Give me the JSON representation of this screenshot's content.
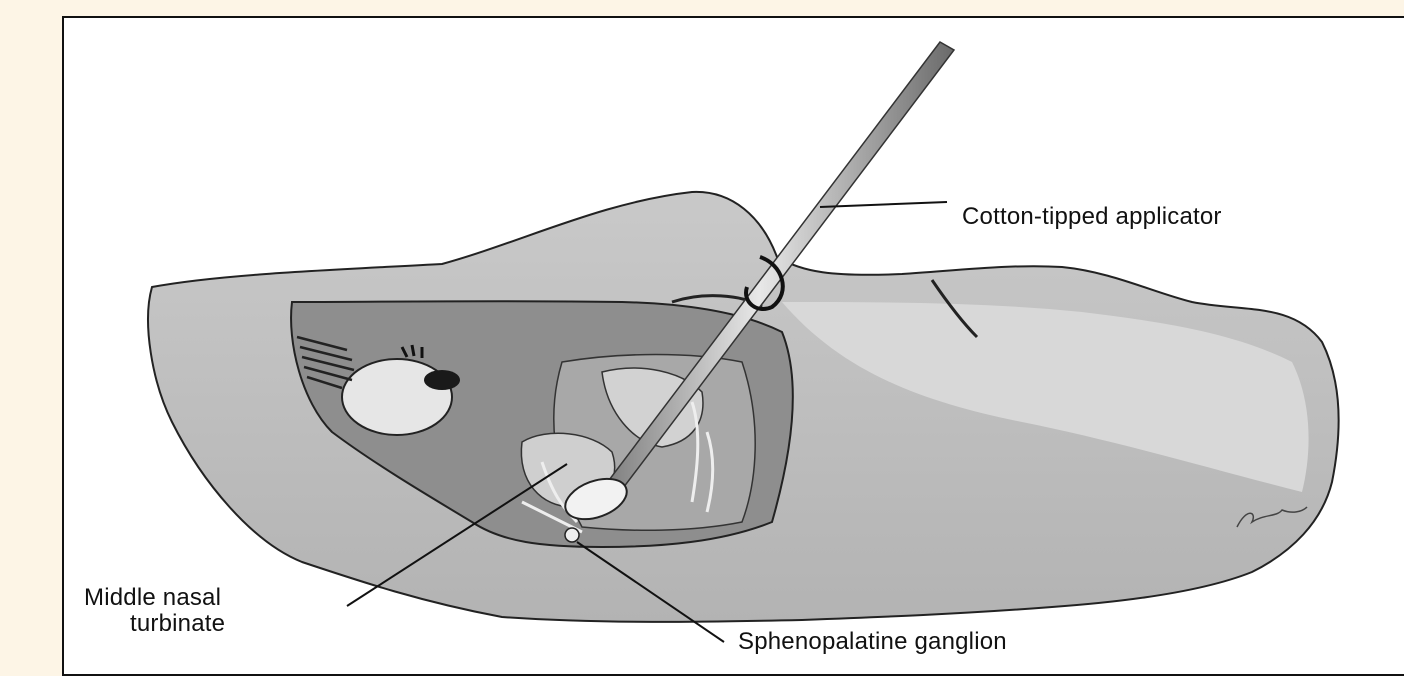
{
  "labels": {
    "applicator": "Cotton-tipped applicator",
    "turbinate_line1": "Middle nasal",
    "turbinate_line2": "turbinate",
    "ganglion": "Sphenopalatine ganglion"
  },
  "colors": {
    "page_background": "#fdf5e6",
    "frame_border": "#111111"
  }
}
